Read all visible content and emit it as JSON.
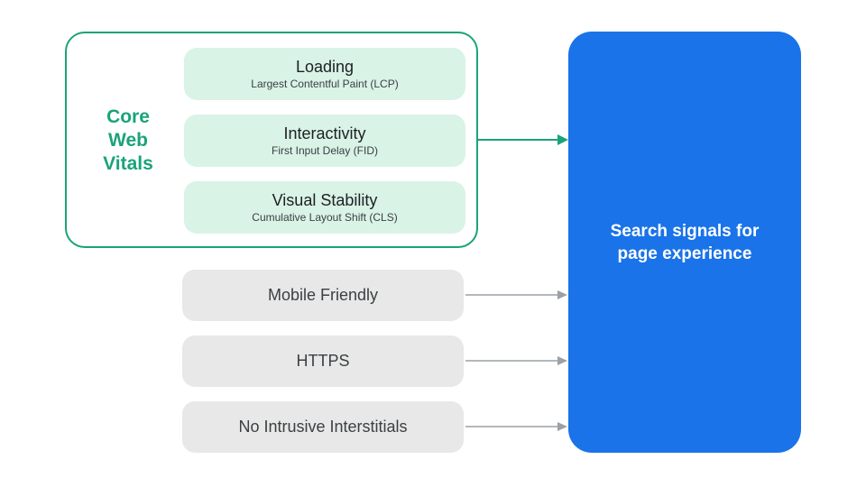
{
  "cwv": {
    "label": "Core Web Vitals",
    "items": [
      {
        "title": "Loading",
        "subtitle": "Largest Contentful Paint (LCP)"
      },
      {
        "title": "Interactivity",
        "subtitle": "First Input Delay (FID)"
      },
      {
        "title": "Visual Stability",
        "subtitle": "Cumulative Layout Shift (CLS)"
      }
    ]
  },
  "signals": [
    {
      "label": "Mobile Friendly"
    },
    {
      "label": "HTTPS"
    },
    {
      "label": "No Intrusive Interstitials"
    }
  ],
  "result": {
    "label": "Search signals for page experience"
  },
  "colors": {
    "green": "#1aa37a",
    "mint_fill": "#d9f3e7",
    "gray_fill": "#e8e8e8",
    "arrow_gray": "#9aa0a6",
    "blue": "#1a73e8",
    "text_dark": "#3c4043"
  }
}
